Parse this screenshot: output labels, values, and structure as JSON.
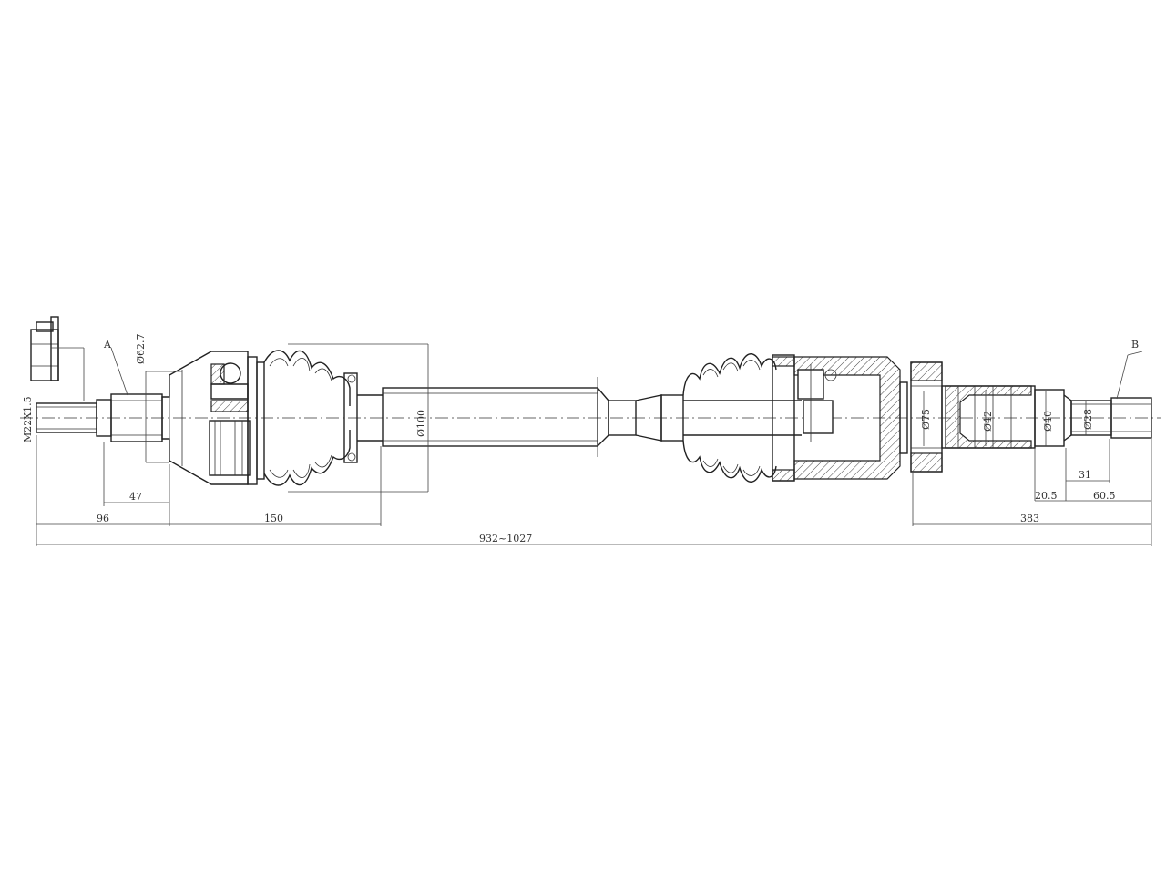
{
  "labels": {
    "thread": "M22X1.5",
    "diameter_a": "Ø62.7",
    "marker_a": "A",
    "marker_b": "B",
    "diameter_b": "Ø100",
    "diameter_c": "Ø75",
    "diameter_d": "Ø42",
    "diameter_e": "Ø40",
    "diameter_f": "Ø28"
  },
  "dimensions": {
    "d47": "47",
    "d96": "96",
    "d150": "150",
    "d383": "383",
    "d31": "31",
    "d20_5": "20.5",
    "d60_5": "60.5",
    "total": "932~1027"
  },
  "colors": {
    "line": "#222222",
    "text": "#333333"
  }
}
